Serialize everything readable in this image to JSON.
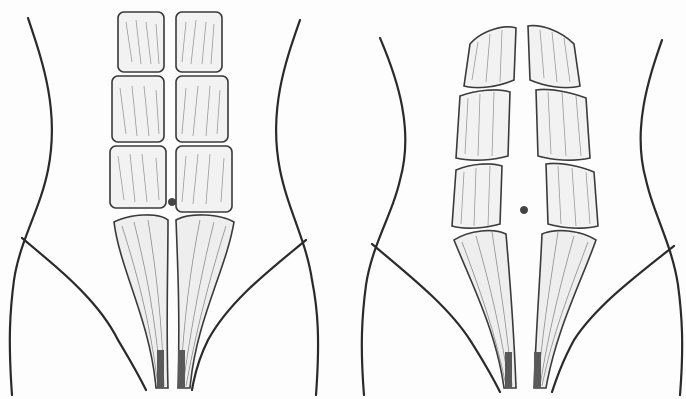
{
  "image": {
    "subject": "abdominal-muscle-comparison",
    "panels": [
      {
        "id": "left",
        "icon": "torso-joined-rectus-icon"
      },
      {
        "id": "right",
        "icon": "torso-separated-rectus-icon"
      }
    ]
  },
  "colors": {
    "background": "#fdfdfd",
    "line": "#2a2a2a",
    "muscle_fill": "#f2f2f2",
    "shading": "#9a9a9a"
  }
}
